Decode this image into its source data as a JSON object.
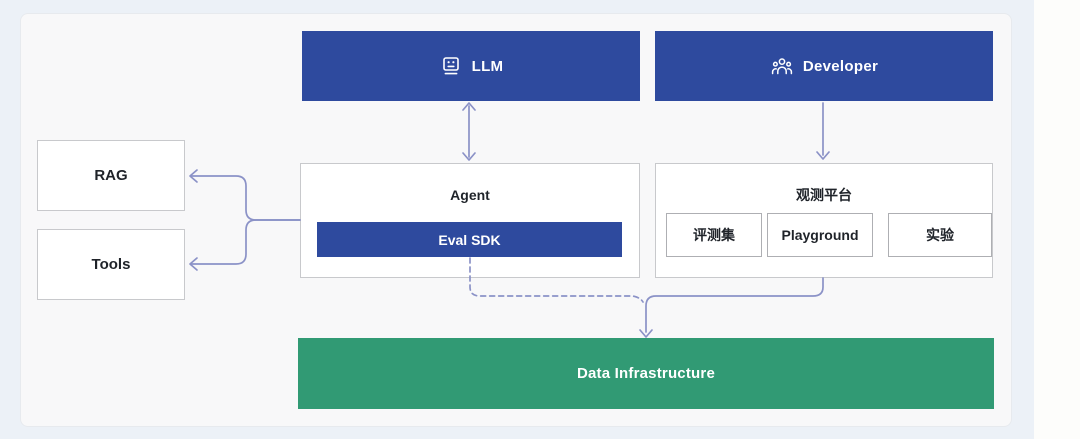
{
  "nodes": {
    "llm": {
      "label": "LLM"
    },
    "developer": {
      "label": "Developer"
    },
    "agent": {
      "title": "Agent",
      "sdk": "Eval SDK"
    },
    "platform": {
      "title": "观测平台",
      "items": [
        "评测集",
        "Playground",
        "实验"
      ]
    },
    "rag": {
      "label": "RAG"
    },
    "tools": {
      "label": "Tools"
    },
    "data_infra": {
      "label": "Data Infrastructure"
    }
  },
  "icons": {
    "llm": "robot-face-icon",
    "developer": "people-group-icon"
  },
  "colors": {
    "primary_blue": "#2e4a9e",
    "green": "#319a74",
    "connector": "#8b92c7",
    "box_border": "#c8c9cc",
    "panel_bg": "#f8f8f9",
    "outer_bg": "#ecf1f7"
  }
}
